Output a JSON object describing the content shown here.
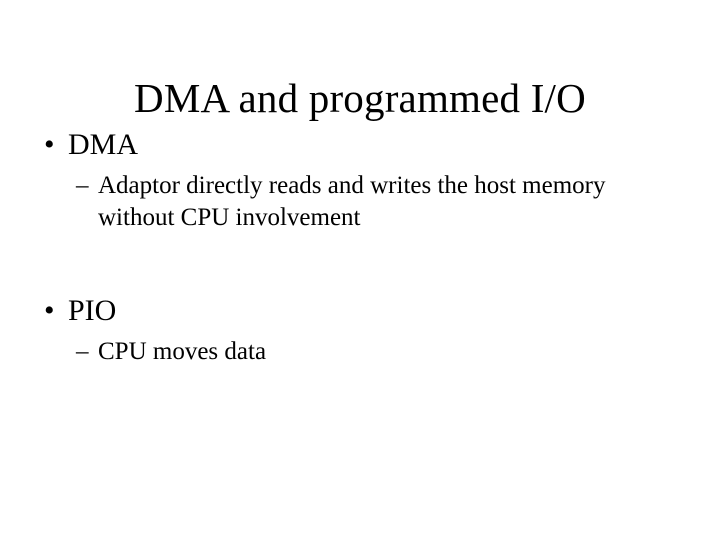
{
  "slide": {
    "title": "DMA and programmed I/O",
    "background_color": "#ffffff",
    "text_color": "#000000",
    "level1_marker": "•",
    "level2_marker": "–",
    "bullets": [
      {
        "label": "DMA",
        "sub": [
          "Adaptor directly reads and writes the host memory without CPU involvement"
        ]
      },
      {
        "label": "PIO",
        "sub": [
          "CPU moves data"
        ]
      }
    ]
  }
}
